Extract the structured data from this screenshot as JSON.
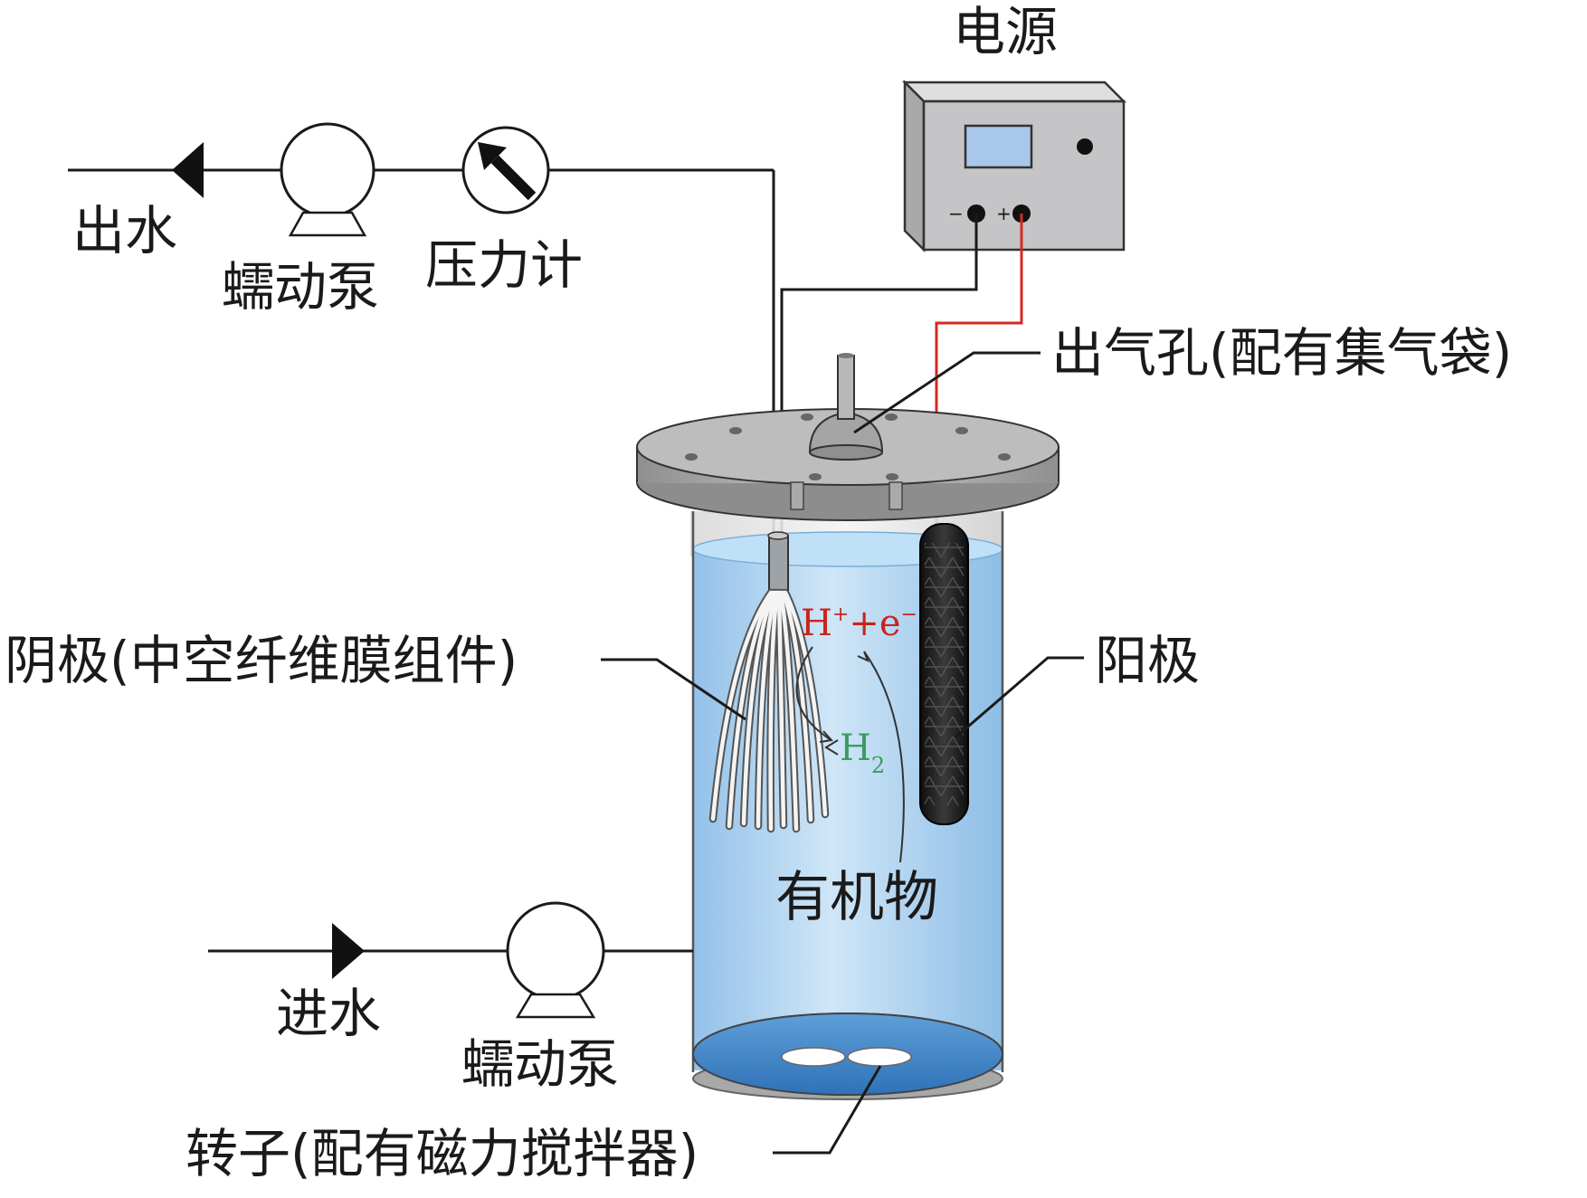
{
  "labels": {
    "power_supply": "电源",
    "outlet_water": "出水",
    "inlet_water": "进水",
    "peristaltic_pump_top": "蠕动泵",
    "peristaltic_pump_bottom": "蠕动泵",
    "pressure_gauge": "压力计",
    "gas_outlet": "出气孔(配有集气袋)",
    "cathode": "阴极(中空纤维膜组件)",
    "anode": "阳极",
    "organics": "有机物",
    "stirrer": "转子(配有磁力搅拌器)"
  },
  "terminals": {
    "negative": "−",
    "positive": "+"
  },
  "reaction": {
    "proton": "H",
    "proton_sup": "+",
    "plus": "+e",
    "electron_sup": "−",
    "hydrogen": "H",
    "hydrogen_sub": "2"
  },
  "colors": {
    "water": "#7fb6e4",
    "water_light": "#c9e3f6",
    "anode": "#1b1b1b",
    "positive_wire": "#d42a22",
    "negative_wire": "#1a1a1a",
    "reaction_red": "#c8241c",
    "hydrogen_green": "#3b9b63",
    "organics_orange": "#ee5b35",
    "lid_gray": "#a7a7a7",
    "box_gray": "#c5c5c7",
    "screen_blue": "#a9c7e8"
  }
}
